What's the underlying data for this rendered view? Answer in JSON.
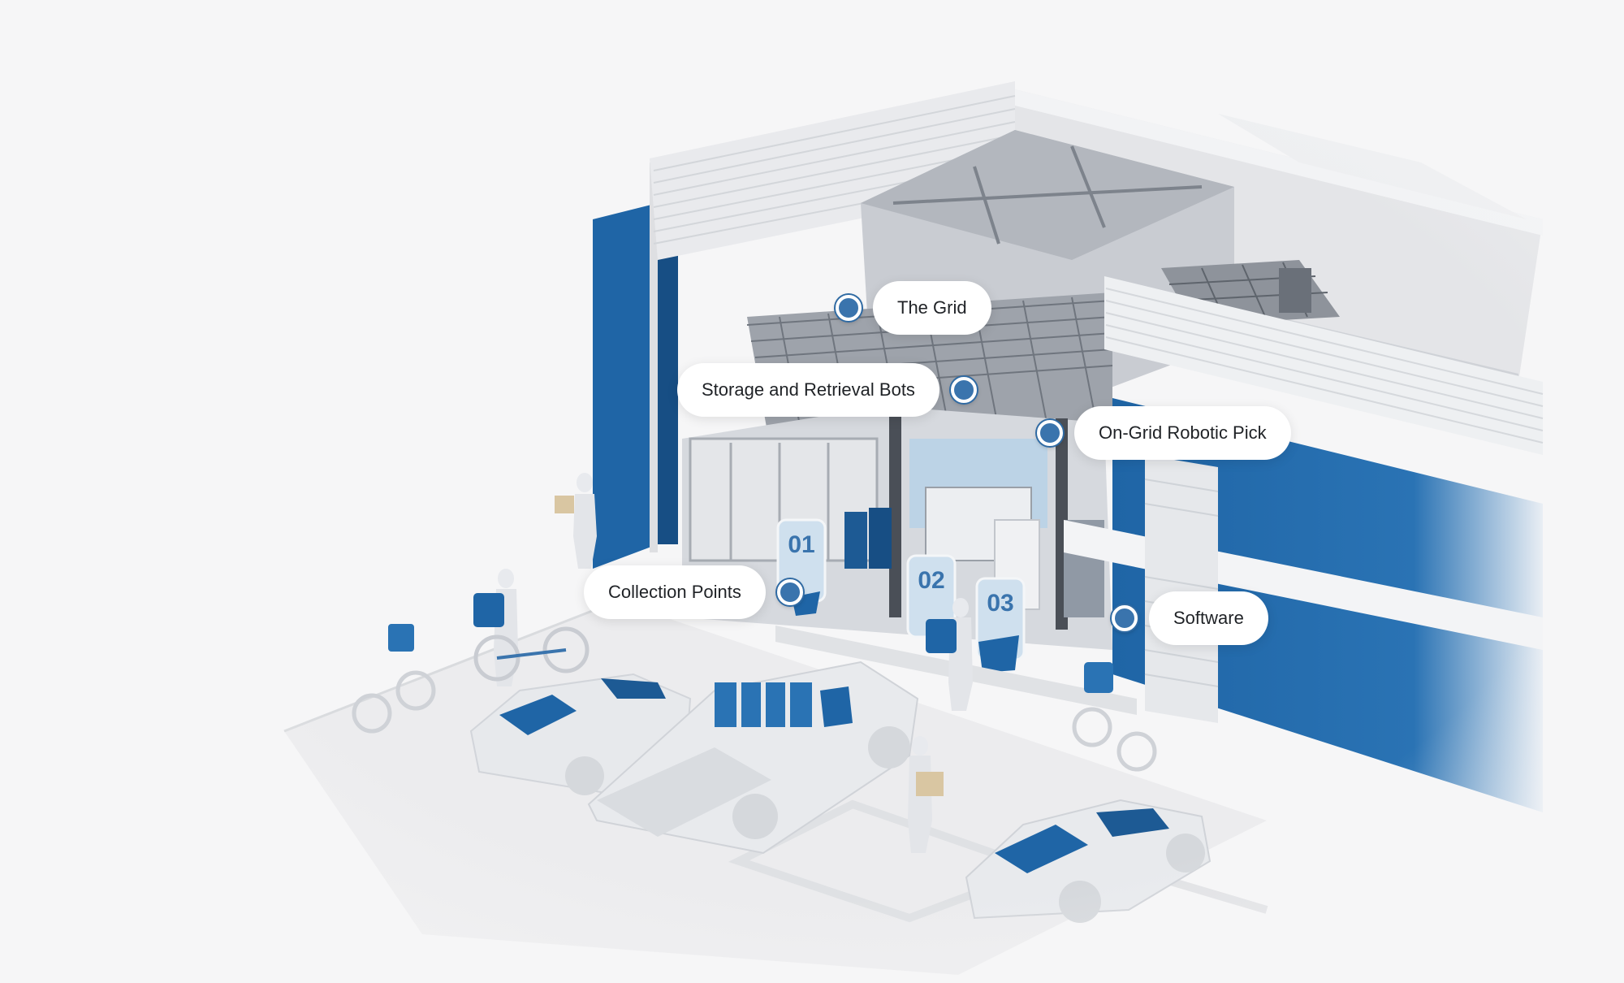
{
  "colors": {
    "background": "#f6f6f7",
    "brand_blue": "#1f65a6",
    "dark_blue": "#174e84",
    "hotspot_dot": "#3a74ad",
    "label_bg": "#ffffff",
    "label_text": "#1f2226"
  },
  "bay_numbers": [
    "01",
    "02",
    "03"
  ],
  "hotspots": [
    {
      "label": "The Grid",
      "icon": "hotspot-dot-icon"
    },
    {
      "label": "Storage and Retrieval Bots",
      "icon": "hotspot-dot-icon"
    },
    {
      "label": "On-Grid Robotic Pick",
      "icon": "hotspot-dot-icon"
    },
    {
      "label": "Collection Points",
      "icon": "hotspot-dot-icon"
    },
    {
      "label": "Software",
      "icon": "hotspot-dot-icon"
    }
  ]
}
